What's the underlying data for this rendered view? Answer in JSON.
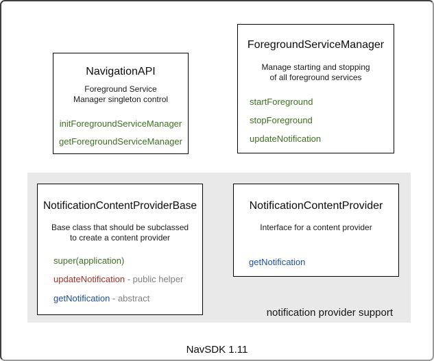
{
  "colors": {
    "method_green": "#3d7022",
    "method_red": "#a5302a",
    "method_blue": "#1d4fa3",
    "note_gray": "#7f7f7f",
    "group_panel_gray": "#e9e9e9"
  },
  "boxes": {
    "navigation_api": {
      "title": "NavigationAPI",
      "description": [
        "Foreground Service",
        "Manager singleton control"
      ],
      "methods": [
        {
          "name": "initForegroundServiceManager",
          "color": "green",
          "note": ""
        },
        {
          "name": "getForegroundServiceManager",
          "color": "green",
          "note": ""
        }
      ]
    },
    "foreground_service_manager": {
      "title": "ForegroundServiceManager",
      "description": [
        "Manage starting and stopping",
        "of all foreground services"
      ],
      "methods": [
        {
          "name": "startForeground",
          "color": "green",
          "note": ""
        },
        {
          "name": "stopForeground",
          "color": "green",
          "note": ""
        },
        {
          "name": "updateNotification",
          "color": "green",
          "note": ""
        }
      ]
    },
    "notification_content_provider_base": {
      "title": "NotificationContentProviderBase",
      "description": [
        "Base class that should be subclassed",
        "to create a content provider"
      ],
      "methods": [
        {
          "name": "super(application)",
          "color": "green",
          "note": ""
        },
        {
          "name": "updateNotification",
          "color": "red",
          "note": " - public helper"
        },
        {
          "name": "getNotification",
          "color": "blue",
          "note": " - abstract"
        }
      ]
    },
    "notification_content_provider": {
      "title": "NotificationContentProvider",
      "description": [
        "Interface for a content provider"
      ],
      "methods": [
        {
          "name": "getNotification",
          "color": "blue",
          "note": ""
        }
      ]
    }
  },
  "group": {
    "label": "notification provider support"
  },
  "footer": {
    "label": "NavSDK 1.11"
  }
}
